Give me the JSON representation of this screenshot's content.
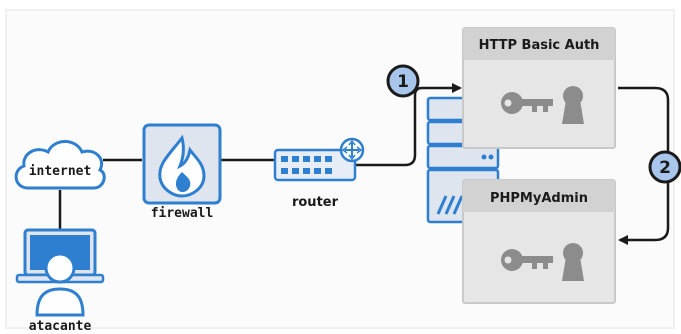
{
  "nodes": {
    "internet": {
      "label": "internet",
      "icon": "cloud-icon"
    },
    "firewall": {
      "label": "firewall",
      "icon": "firewall-icon"
    },
    "router": {
      "label": "router",
      "icon": "router-icon"
    },
    "attacker": {
      "label": "atacante",
      "icon": "laptop-user-icon"
    },
    "server": {
      "icon": "server-rack-icon"
    },
    "http_auth": {
      "title": "HTTP Basic Auth",
      "icon": "key-lock-icon"
    },
    "phpmyadmin": {
      "title": "PHPMyAdmin",
      "icon": "key-lock-icon"
    }
  },
  "steps": [
    {
      "number": "1"
    },
    {
      "number": "2"
    }
  ],
  "colors": {
    "accent": "#2f7fd0",
    "step_fill": "#a8c6ec",
    "panel_fill": "#e6e6e6",
    "panel_header": "#d2d2d2",
    "icon_gray": "#8c8c8c",
    "line": "#1a1a1a"
  }
}
